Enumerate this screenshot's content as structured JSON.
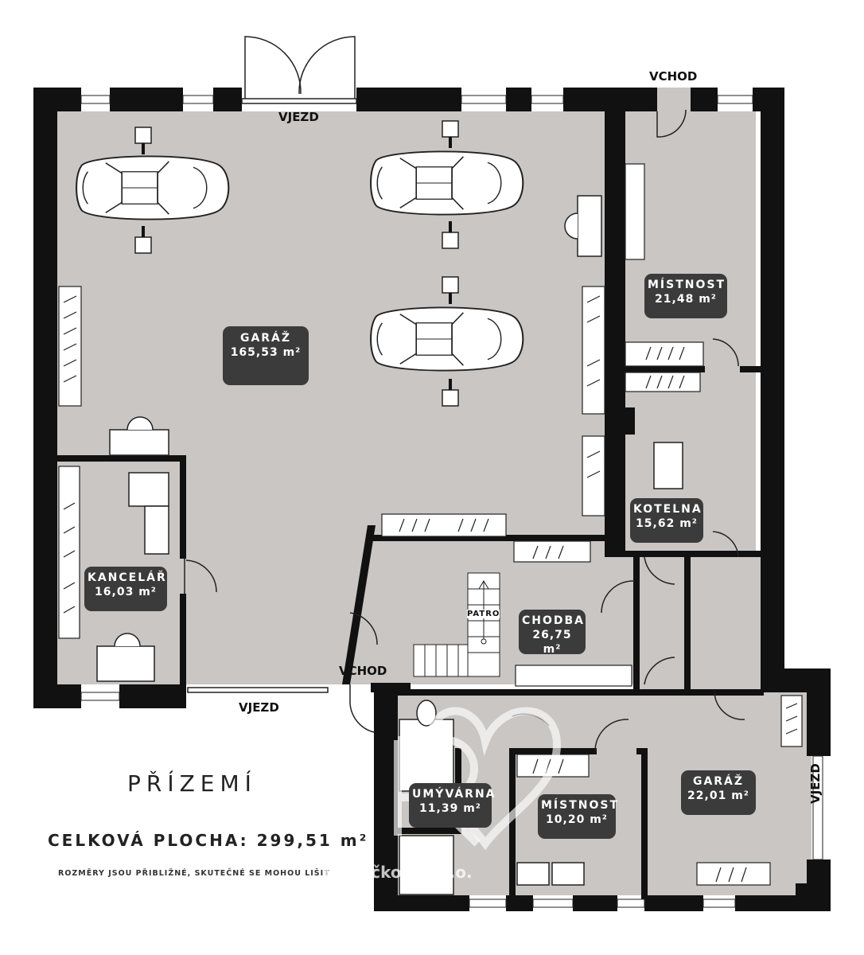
{
  "plan": {
    "title": "PŘÍZEMÍ",
    "total_label": "CELKOVÁ PLOCHA:",
    "total_value": "299,51 m²",
    "note": "ROZMĚRY JSOU PŘIBLIŽNÉ, SKUTEČNÉ SE MOHOU LIŠIT",
    "watermark": "Y Rojíčková s.r.o."
  },
  "rooms": {
    "garaz_main": {
      "name": "GARÁŽ",
      "area": "165,53 m²"
    },
    "mistnost_top": {
      "name": "MÍSTNOST",
      "area": "21,48 m²"
    },
    "kotelna": {
      "name": "KOTELNA",
      "area": "15,62 m²"
    },
    "kancelar": {
      "name": "KANCELÁŘ",
      "area": "16,03 m²"
    },
    "chodba": {
      "name": "CHODBA",
      "area": "26,75 m²"
    },
    "umyvarna": {
      "name": "UMÝVÁRNA",
      "area": "11,39 m²"
    },
    "mistnost_bottom": {
      "name": "MÍSTNOST",
      "area": "10,20 m²"
    },
    "garaz_small": {
      "name": "GARÁŽ",
      "area": "22,01 m²"
    }
  },
  "markers": {
    "vjezd_top": "VJEZD",
    "vchod_top": "VCHOD",
    "vjezd_bottom": "VJEZD",
    "vchod_mid": "VCHOD",
    "vjezd_right": "VJEZD",
    "patro": "PATRO"
  },
  "colors": {
    "floor": "#c9c6c3",
    "wall": "#111111",
    "label_bg": "#3b3b3b",
    "furniture": "#ffffff"
  }
}
